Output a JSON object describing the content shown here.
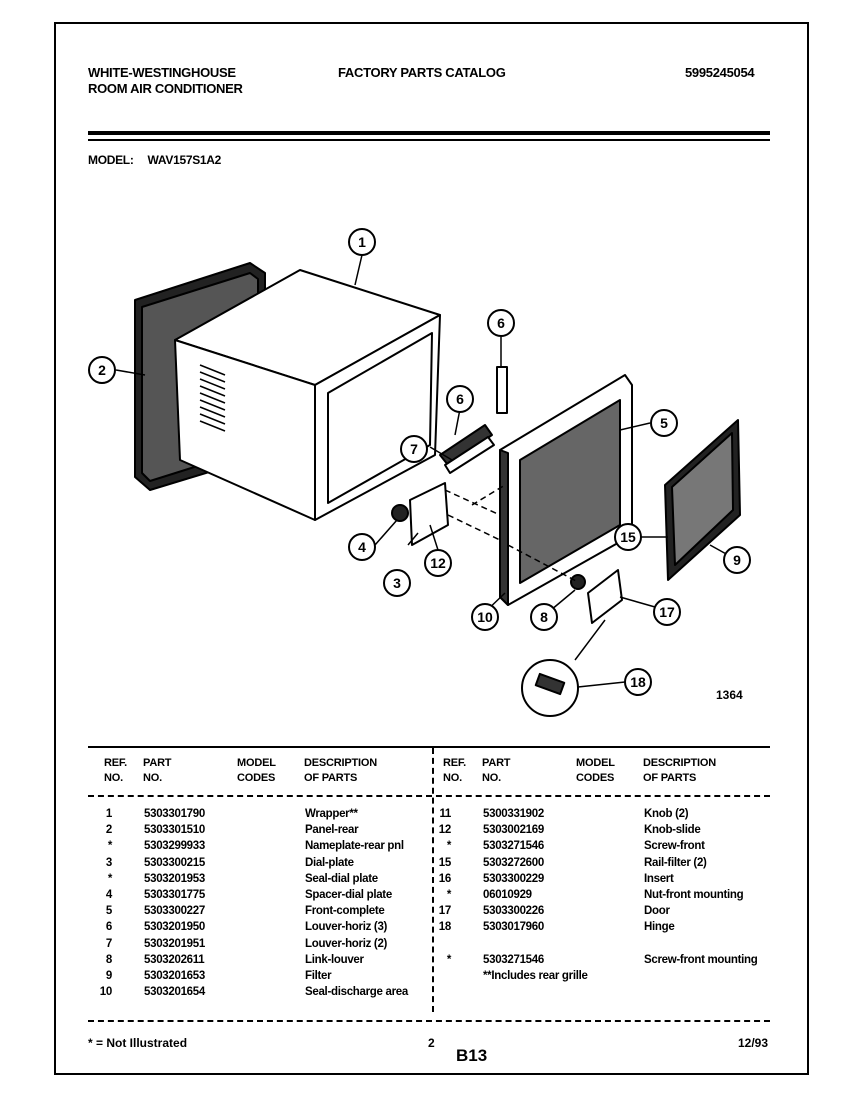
{
  "header": {
    "brand_line1": "WHITE-WESTINGHOUSE",
    "brand_line2": "ROOM AIR CONDITIONER",
    "catalog_title": "FACTORY PARTS CATALOG",
    "catalog_number": "5995245054"
  },
  "model": {
    "label": "MODEL:",
    "value": "WAV157S1A2"
  },
  "diagram": {
    "figure_number": "1364",
    "callouts": [
      "1",
      "2",
      "3",
      "4",
      "5",
      "6",
      "7",
      "6",
      "8",
      "9",
      "10",
      "12",
      "15",
      "17",
      "18"
    ]
  },
  "table": {
    "headers": {
      "ref": [
        "REF.",
        "NO."
      ],
      "part": [
        "PART",
        "NO."
      ],
      "model": [
        "MODEL",
        "CODES"
      ],
      "desc": [
        "DESCRIPTION",
        "OF PARTS"
      ]
    },
    "left_rows": [
      {
        "ref": "1",
        "part": "5303301790",
        "desc": "Wrapper**"
      },
      {
        "ref": "2",
        "part": "5303301510",
        "desc": "Panel-rear"
      },
      {
        "ref": "*",
        "part": "5303299933",
        "desc": "Nameplate-rear pnl"
      },
      {
        "ref": "3",
        "part": "5303300215",
        "desc": "Dial-plate"
      },
      {
        "ref": "*",
        "part": "5303201953",
        "desc": "Seal-dial plate"
      },
      {
        "ref": "4",
        "part": "5303301775",
        "desc": "Spacer-dial plate"
      },
      {
        "ref": "5",
        "part": "5303300227",
        "desc": "Front-complete"
      },
      {
        "ref": "6",
        "part": "5303201950",
        "desc": "Louver-horiz (3)"
      },
      {
        "ref": "7",
        "part": "5303201951",
        "desc": "Louver-horiz (2)"
      },
      {
        "ref": "8",
        "part": "5303202611",
        "desc": "Link-louver"
      },
      {
        "ref": "9",
        "part": "5303201653",
        "desc": "Filter"
      },
      {
        "ref": "10",
        "part": "5303201654",
        "desc": "Seal-discharge area"
      }
    ],
    "right_rows": [
      {
        "ref": "11",
        "part": "5300331902",
        "desc": "Knob (2)"
      },
      {
        "ref": "12",
        "part": "5303002169",
        "desc": "Knob-slide"
      },
      {
        "ref": "*",
        "part": "5303271546",
        "desc": "Screw-front"
      },
      {
        "ref": "15",
        "part": "5303272600",
        "desc": "Rail-filter (2)"
      },
      {
        "ref": "16",
        "part": "5303300229",
        "desc": "Insert"
      },
      {
        "ref": "*",
        "part": "06010929",
        "desc": "Nut-front mounting"
      },
      {
        "ref": "17",
        "part": "5303300226",
        "desc": "Door"
      },
      {
        "ref": "18",
        "part": "5303017960",
        "desc": "Hinge"
      },
      {
        "ref": "",
        "part": "",
        "desc": ""
      },
      {
        "ref": "*",
        "part": "5303271546",
        "desc": "Screw-front mounting"
      },
      {
        "ref": "",
        "part": "**Includes rear grille",
        "desc": ""
      }
    ]
  },
  "footer": {
    "note": "* = Not Illustrated",
    "page": "2",
    "section": "B13",
    "date": "12/93"
  }
}
